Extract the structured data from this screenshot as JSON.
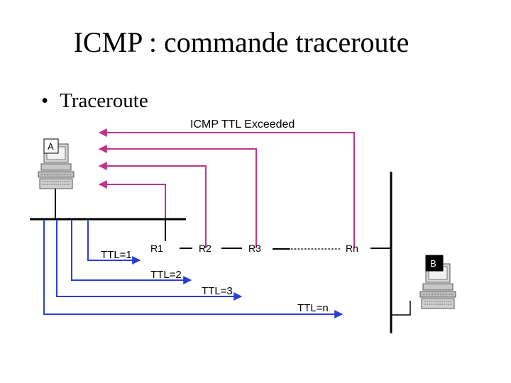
{
  "title": "ICMP : commande traceroute",
  "bullet": {
    "marker": "•",
    "text": "Traceroute"
  },
  "icmp_label": "ICMP   TTL Exceeded",
  "hosts": {
    "a": "A",
    "b": "B"
  },
  "routers": [
    "R1",
    "R2",
    "R3",
    "Rn"
  ],
  "ttl_labels": [
    "TTL=1",
    "TTL=2",
    "TTL=3",
    "TTL=n"
  ],
  "colors": {
    "icmp": "#c0338a",
    "ttl": "#2b3fd6",
    "network": "#000000"
  }
}
